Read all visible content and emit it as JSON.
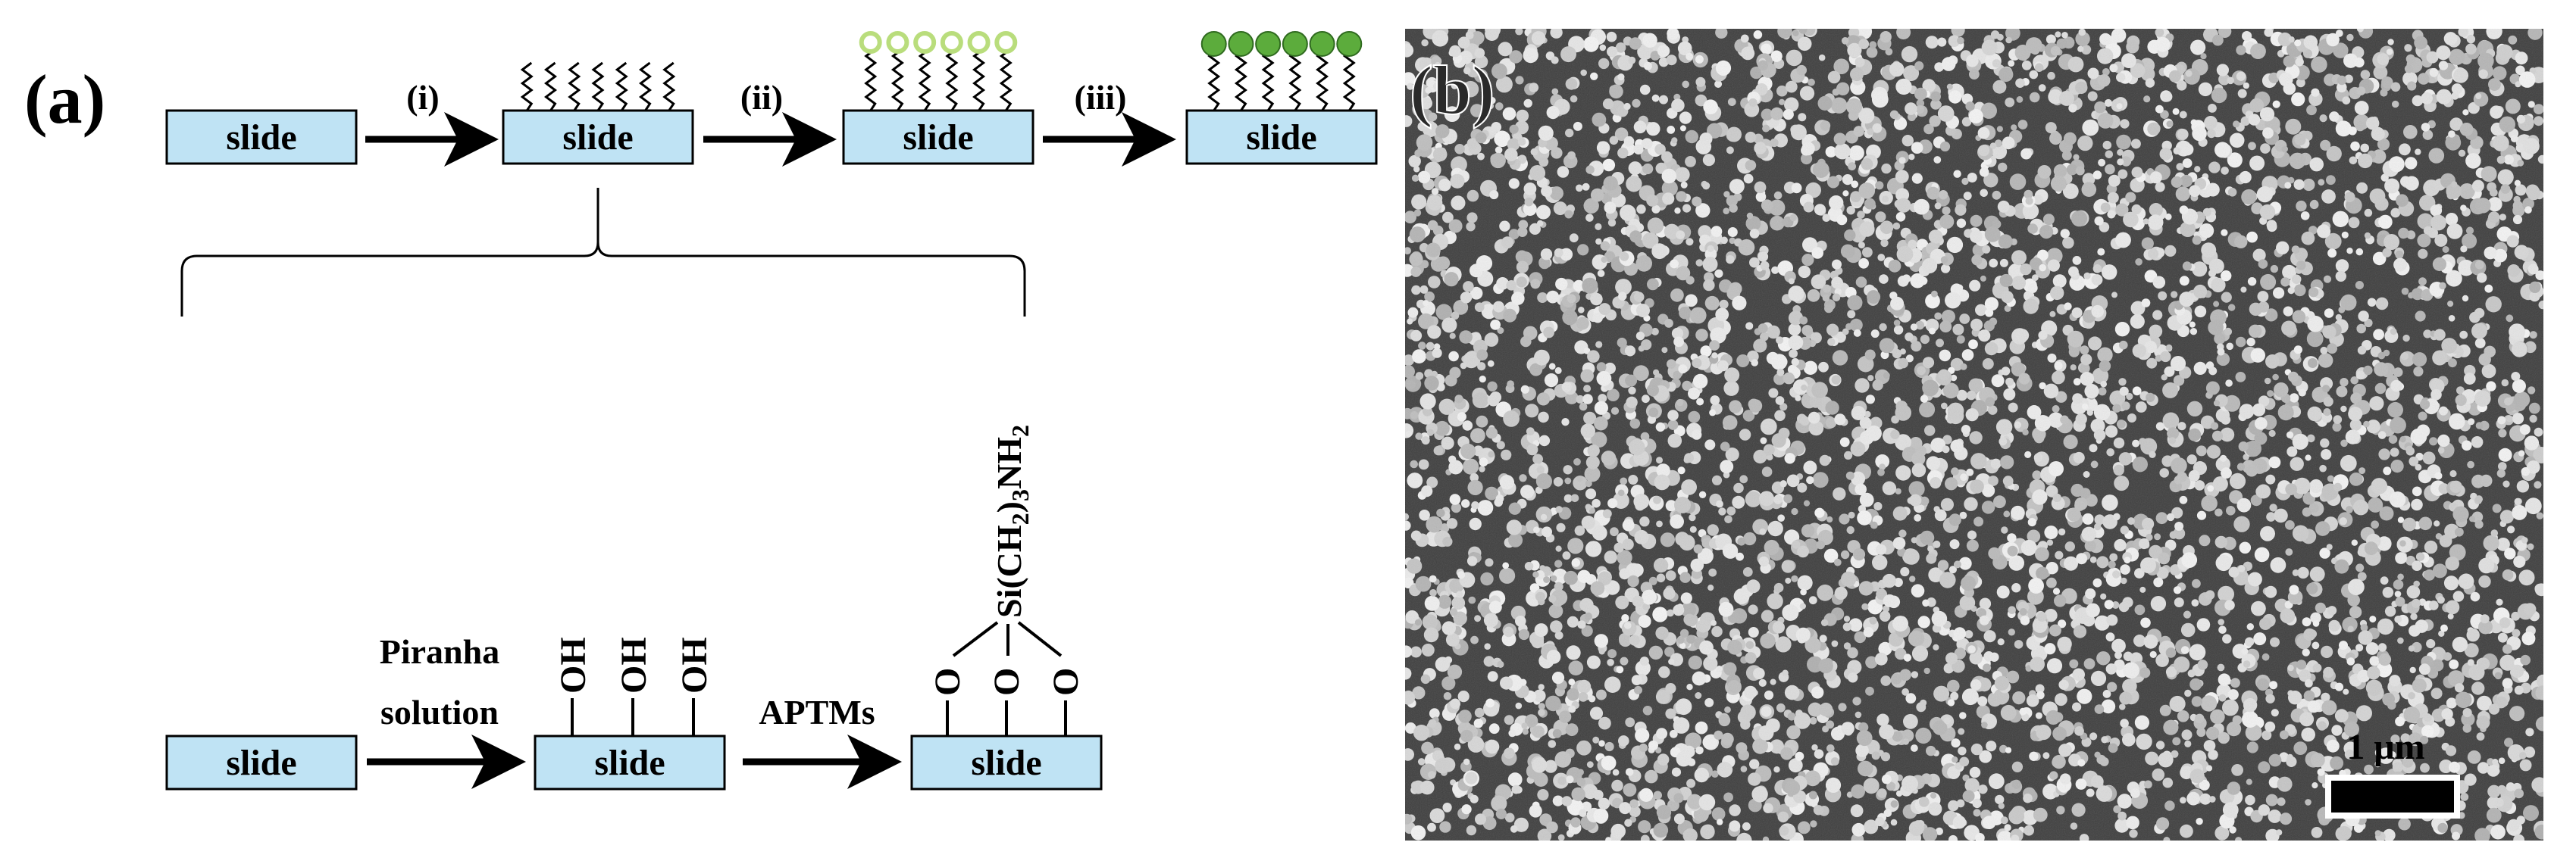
{
  "panel_a": {
    "label": "(a)",
    "slide_text": "slide",
    "steps": [
      "(i)",
      "(ii)",
      "(iii)"
    ],
    "reagent1": [
      "Piranha",
      "solution"
    ],
    "reagent2": "APTMs",
    "hydroxyl": "OH",
    "oxygen": "O",
    "silane": {
      "prefix": "Si(CH",
      "sub1": "2",
      "mid": ")",
      "sub2": "3",
      "nh": "NH",
      "sub3": "2"
    }
  },
  "panel_b": {
    "label": "(b)",
    "scale_bar": "1 μm"
  },
  "colors": {
    "slide_fill": "#bfe3f4",
    "loop_light_green": "#b9dd7c",
    "sphere_green": "#5cac3c",
    "sem_background": "#3e3e3e",
    "sem_particle": "#cfcfcf"
  }
}
